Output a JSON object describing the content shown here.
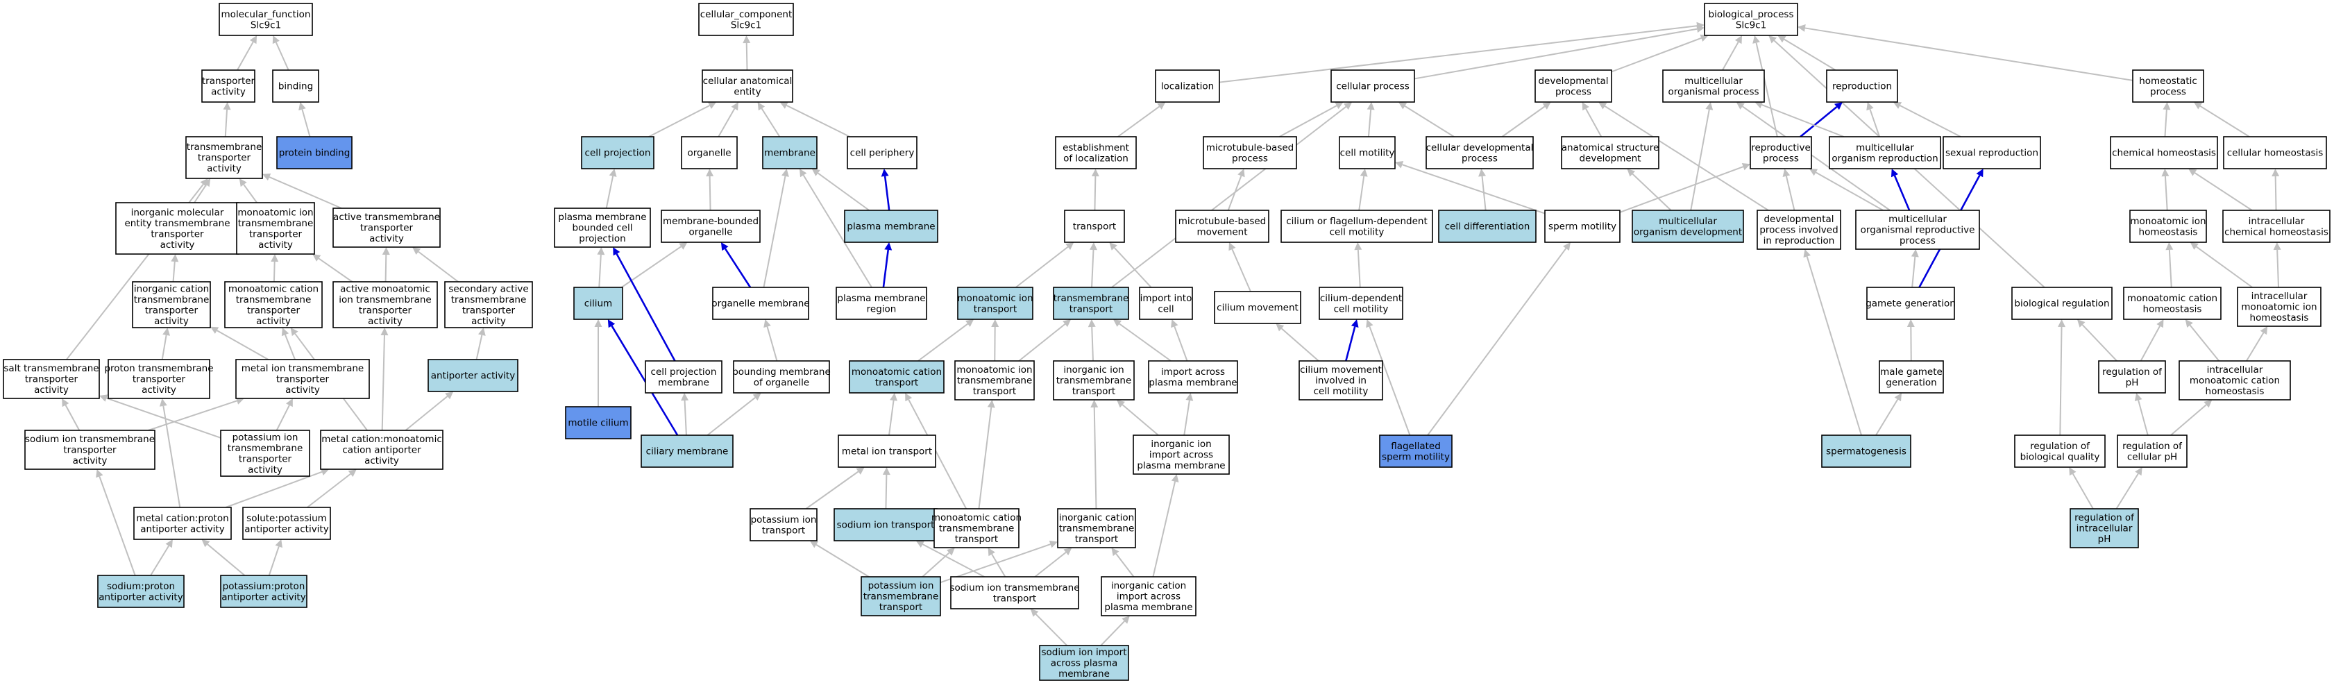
{
  "colors": {
    "plain": "#ffffff",
    "light": "#add8e6",
    "dark": "#6495ed",
    "edge": "#c0c0c0",
    "highlight_edge": "#0000dd"
  },
  "nodes": [
    {
      "id": "mf",
      "label": "molecular_function\nSlc9c1",
      "style": "plain"
    },
    {
      "id": "cc",
      "label": "cellular_component\nSlc9c1",
      "style": "plain"
    },
    {
      "id": "bp",
      "label": "biological_process\nSlc9c1",
      "style": "plain"
    },
    {
      "id": "transporter",
      "label": "transporter\nactivity",
      "style": "plain"
    },
    {
      "id": "binding",
      "label": "binding",
      "style": "plain"
    },
    {
      "id": "protbind",
      "label": "protein binding",
      "style": "dark"
    },
    {
      "id": "tmta",
      "label": "transmembrane\ntransporter\nactivity",
      "style": "plain"
    },
    {
      "id": "inorgmol",
      "label": "inorganic molecular\nentity transmembrane\ntransporter\nactivity",
      "style": "plain"
    },
    {
      "id": "monoion",
      "label": "monoatomic ion\ntransmembrane\ntransporter\nactivity",
      "style": "plain"
    },
    {
      "id": "activetm",
      "label": "active transmembrane\ntransporter\nactivity",
      "style": "plain"
    },
    {
      "id": "inorgcat",
      "label": "inorganic cation\ntransmembrane\ntransporter\nactivity",
      "style": "plain"
    },
    {
      "id": "monocat",
      "label": "monoatomic cation\ntransmembrane\ntransporter\nactivity",
      "style": "plain"
    },
    {
      "id": "activemono",
      "label": "active monoatomic\nion transmembrane\ntransporter\nactivity",
      "style": "plain"
    },
    {
      "id": "secactive",
      "label": "secondary active\ntransmembrane\ntransporter\nactivity",
      "style": "plain"
    },
    {
      "id": "salttm",
      "label": "salt transmembrane\ntransporter\nactivity",
      "style": "plain"
    },
    {
      "id": "protontm",
      "label": "proton transmembrane\ntransporter\nactivity",
      "style": "plain"
    },
    {
      "id": "metaliontm",
      "label": "metal ion transmembrane\ntransporter\nactivity",
      "style": "plain"
    },
    {
      "id": "antiporter",
      "label": "antiporter activity",
      "style": "light"
    },
    {
      "id": "sodiumtm",
      "label": "sodium ion transmembrane\ntransporter\nactivity",
      "style": "plain"
    },
    {
      "id": "potassiumtm",
      "label": "potassium ion\ntransmembrane\ntransporter\nactivity",
      "style": "plain"
    },
    {
      "id": "metalcatanti",
      "label": "metal cation:monoatomic\ncation antiporter\nactivity",
      "style": "plain"
    },
    {
      "id": "metalproton",
      "label": "metal cation:proton\nantiporter activity",
      "style": "plain"
    },
    {
      "id": "solutepot",
      "label": "solute:potassium\nantiporter activity",
      "style": "plain"
    },
    {
      "id": "sodproton",
      "label": "sodium:proton\nantiporter activity",
      "style": "light"
    },
    {
      "id": "potproton",
      "label": "potassium:proton\nantiporter activity",
      "style": "light"
    },
    {
      "id": "cae",
      "label": "cellular anatomical\nentity",
      "style": "plain"
    },
    {
      "id": "cellproj",
      "label": "cell projection",
      "style": "light"
    },
    {
      "id": "organelle",
      "label": "organelle",
      "style": "plain"
    },
    {
      "id": "membrane",
      "label": "membrane",
      "style": "light"
    },
    {
      "id": "cellperiph",
      "label": "cell periphery",
      "style": "plain"
    },
    {
      "id": "pmbcp",
      "label": "plasma membrane\nbounded cell\nprojection",
      "style": "plain"
    },
    {
      "id": "mbo",
      "label": "membrane-bounded\norganelle",
      "style": "plain"
    },
    {
      "id": "plasmamem",
      "label": "plasma membrane",
      "style": "light"
    },
    {
      "id": "cilium",
      "label": "cilium",
      "style": "light"
    },
    {
      "id": "orgmem",
      "label": "organelle membrane",
      "style": "plain"
    },
    {
      "id": "pmregion",
      "label": "plasma membrane\nregion",
      "style": "plain"
    },
    {
      "id": "cpm",
      "label": "cell projection\nmembrane",
      "style": "plain"
    },
    {
      "id": "boundmem",
      "label": "bounding membrane\nof organelle",
      "style": "plain"
    },
    {
      "id": "motile",
      "label": "motile cilium",
      "style": "dark"
    },
    {
      "id": "ciliarymem",
      "label": "ciliary membrane",
      "style": "light"
    },
    {
      "id": "localization",
      "label": "localization",
      "style": "plain"
    },
    {
      "id": "cellproc",
      "label": "cellular process",
      "style": "plain"
    },
    {
      "id": "devproc",
      "label": "developmental\nprocess",
      "style": "plain"
    },
    {
      "id": "multiorg",
      "label": "multicellular\norganismal process",
      "style": "plain"
    },
    {
      "id": "reproduction",
      "label": "reproduction",
      "style": "plain"
    },
    {
      "id": "homeo",
      "label": "homeostatic\nprocess",
      "style": "plain"
    },
    {
      "id": "estloc",
      "label": "establishment\nof localization",
      "style": "plain"
    },
    {
      "id": "mtbased",
      "label": "microtubule-based\nprocess",
      "style": "plain"
    },
    {
      "id": "cellmot",
      "label": "cell motility",
      "style": "plain"
    },
    {
      "id": "celldev",
      "label": "cellular developmental\nprocess",
      "style": "plain"
    },
    {
      "id": "anatdev",
      "label": "anatomical structure\ndevelopment",
      "style": "plain"
    },
    {
      "id": "reprocproc",
      "label": "reproductive\nprocess",
      "style": "plain"
    },
    {
      "id": "multorgrep",
      "label": "multicellular\norganism reproduction",
      "style": "plain"
    },
    {
      "id": "sexrep",
      "label": "sexual reproduction",
      "style": "plain"
    },
    {
      "id": "chemhomeo",
      "label": "chemical homeostasis",
      "style": "plain"
    },
    {
      "id": "cellhomeo",
      "label": "cellular homeostasis",
      "style": "plain"
    },
    {
      "id": "transport",
      "label": "transport",
      "style": "plain"
    },
    {
      "id": "mtmove",
      "label": "microtubule-based\nmovement",
      "style": "plain"
    },
    {
      "id": "ciliumflag",
      "label": "cilium or flagellum-dependent\ncell motility",
      "style": "plain"
    },
    {
      "id": "celldiff",
      "label": "cell differentiation",
      "style": "light"
    },
    {
      "id": "spermmot",
      "label": "sperm motility",
      "style": "plain"
    },
    {
      "id": "multdev",
      "label": "multicellular\norganism development",
      "style": "light"
    },
    {
      "id": "devrepro",
      "label": "developmental\nprocess involved\nin reproduction",
      "style": "plain"
    },
    {
      "id": "multreprproc",
      "label": "multicellular\norganismal reproductive\nprocess",
      "style": "plain"
    },
    {
      "id": "monoionhomeo",
      "label": "monoatomic ion\nhomeostasis",
      "style": "plain"
    },
    {
      "id": "intrachem",
      "label": "intracellular\nchemical homeostasis",
      "style": "plain"
    },
    {
      "id": "monoiontransport",
      "label": "monoatomic ion\ntransport",
      "style": "light"
    },
    {
      "id": "tmtransport",
      "label": "transmembrane\ntransport",
      "style": "light"
    },
    {
      "id": "importcell",
      "label": "import into\ncell",
      "style": "plain"
    },
    {
      "id": "ciliummove",
      "label": "cilium movement",
      "style": "plain"
    },
    {
      "id": "ciliumdep",
      "label": "cilium-dependent\ncell motility",
      "style": "plain"
    },
    {
      "id": "gametegen",
      "label": "gamete generation",
      "style": "plain"
    },
    {
      "id": "biolreg",
      "label": "biological regulation",
      "style": "plain"
    },
    {
      "id": "monocathomeo",
      "label": "monoatomic cation\nhomeostasis",
      "style": "plain"
    },
    {
      "id": "intramonoion",
      "label": "intracellular\nmonoatomic ion\nhomeostasis",
      "style": "plain"
    },
    {
      "id": "monocattransport",
      "label": "monoatomic cation\ntransport",
      "style": "light"
    },
    {
      "id": "monoiontmtransport",
      "label": "monoatomic ion\ntransmembrane\ntransport",
      "style": "plain"
    },
    {
      "id": "inorgiontm",
      "label": "inorganic ion\ntransmembrane\ntransport",
      "style": "plain"
    },
    {
      "id": "importacross",
      "label": "import across\nplasma membrane",
      "style": "plain"
    },
    {
      "id": "ciliummovemot",
      "label": "cilium movement\ninvolved in\ncell motility",
      "style": "plain"
    },
    {
      "id": "malegamete",
      "label": "male gamete\ngeneration",
      "style": "plain"
    },
    {
      "id": "regph",
      "label": "regulation of\npH",
      "style": "plain"
    },
    {
      "id": "intramonocat",
      "label": "intracellular\nmonoatomic cation\nhomeostasis",
      "style": "plain"
    },
    {
      "id": "metaliontransport",
      "label": "metal ion transport",
      "style": "plain"
    },
    {
      "id": "inorgionimport",
      "label": "inorganic ion\nimport across\nplasma membrane",
      "style": "plain"
    },
    {
      "id": "flagsperm",
      "label": "flagellated\nsperm motility",
      "style": "dark"
    },
    {
      "id": "spermatogenesis",
      "label": "spermatogenesis",
      "style": "light"
    },
    {
      "id": "regbioqual",
      "label": "regulation of\nbiological quality",
      "style": "plain"
    },
    {
      "id": "regcellph",
      "label": "regulation of\ncellular pH",
      "style": "plain"
    },
    {
      "id": "potiontransport",
      "label": "potassium ion\ntransport",
      "style": "plain"
    },
    {
      "id": "sodiontransport",
      "label": "sodium ion transport",
      "style": "light"
    },
    {
      "id": "monocattm",
      "label": "monoatomic cation\ntransmembrane\ntransport",
      "style": "plain"
    },
    {
      "id": "inorgcattm",
      "label": "inorganic cation\ntransmembrane\ntransport",
      "style": "plain"
    },
    {
      "id": "regintraph",
      "label": "regulation of\nintracellular\npH",
      "style": "light"
    },
    {
      "id": "potiontm",
      "label": "potassium ion\ntransmembrane\ntransport",
      "style": "light"
    },
    {
      "id": "sodiontm",
      "label": "sodium ion transmembrane\ntransport",
      "style": "plain"
    },
    {
      "id": "inorgcatimport",
      "label": "inorganic cation\nimport across\nplasma membrane",
      "style": "plain"
    },
    {
      "id": "sodimport",
      "label": "sodium ion import\nacross plasma\nmembrane",
      "style": "light"
    }
  ],
  "edges": [
    [
      "transporter",
      "mf"
    ],
    [
      "binding",
      "mf"
    ],
    [
      "protbind",
      "binding"
    ],
    [
      "tmta",
      "transporter"
    ],
    [
      "inorgmol",
      "tmta"
    ],
    [
      "monoion",
      "tmta"
    ],
    [
      "activetm",
      "tmta"
    ],
    [
      "salttm",
      "tmta"
    ],
    [
      "inorgcat",
      "inorgmol"
    ],
    [
      "monocat",
      "monoion"
    ],
    [
      "activemono",
      "monoion"
    ],
    [
      "activemono",
      "activetm"
    ],
    [
      "secactive",
      "activetm"
    ],
    [
      "protontm",
      "inorgcat"
    ],
    [
      "metaliontm",
      "inorgcat"
    ],
    [
      "metaliontm",
      "monocat"
    ],
    [
      "antiporter",
      "secactive"
    ],
    [
      "sodiumtm",
      "salttm"
    ],
    [
      "sodiumtm",
      "metaliontm"
    ],
    [
      "potassiumtm",
      "salttm"
    ],
    [
      "potassiumtm",
      "metaliontm"
    ],
    [
      "metalcatanti",
      "activemono"
    ],
    [
      "metalcatanti",
      "antiporter"
    ],
    [
      "metalcatanti",
      "monocat"
    ],
    [
      "metalproton",
      "protontm"
    ],
    [
      "metalproton",
      "metalcatanti"
    ],
    [
      "solutepot",
      "metalcatanti"
    ],
    [
      "sodproton",
      "sodiumtm"
    ],
    [
      "sodproton",
      "metalproton"
    ],
    [
      "potproton",
      "metalproton"
    ],
    [
      "potproton",
      "solutepot"
    ],
    [
      "cae",
      "cc"
    ],
    [
      "cellproj",
      "cae"
    ],
    [
      "organelle",
      "cae"
    ],
    [
      "membrane",
      "cae"
    ],
    [
      "cellperiph",
      "cae"
    ],
    [
      "pmbcp",
      "cellproj"
    ],
    [
      "mbo",
      "organelle"
    ],
    [
      "plasmamem",
      "membrane"
    ],
    [
      "plasmamem",
      "cellperiph",
      "blue"
    ],
    [
      "cilium",
      "pmbcp"
    ],
    [
      "cilium",
      "mbo"
    ],
    [
      "orgmem",
      "membrane"
    ],
    [
      "orgmem",
      "mbo",
      "blue"
    ],
    [
      "pmregion",
      "plasmamem",
      "blue"
    ],
    [
      "pmregion",
      "membrane"
    ],
    [
      "cpm",
      "pmbcp",
      "blue"
    ],
    [
      "boundmem",
      "orgmem"
    ],
    [
      "motile",
      "cilium"
    ],
    [
      "ciliarymem",
      "cilium",
      "blue"
    ],
    [
      "ciliarymem",
      "cpm"
    ],
    [
      "ciliarymem",
      "boundmem"
    ],
    [
      "localization",
      "bp"
    ],
    [
      "cellproc",
      "bp"
    ],
    [
      "devproc",
      "bp"
    ],
    [
      "multiorg",
      "bp"
    ],
    [
      "reproduction",
      "bp"
    ],
    [
      "homeo",
      "bp"
    ],
    [
      "biolreg",
      "bp"
    ],
    [
      "reprocproc",
      "bp"
    ],
    [
      "estloc",
      "localization"
    ],
    [
      "mtbased",
      "cellproc"
    ],
    [
      "cellmot",
      "cellproc"
    ],
    [
      "celldev",
      "cellproc"
    ],
    [
      "celldev",
      "devproc"
    ],
    [
      "anatdev",
      "devproc"
    ],
    [
      "reprocproc",
      "reproduction",
      "blue"
    ],
    [
      "multorgrep",
      "reproduction"
    ],
    [
      "multorgrep",
      "multiorg"
    ],
    [
      "sexrep",
      "reproduction"
    ],
    [
      "chemhomeo",
      "homeo"
    ],
    [
      "cellhomeo",
      "homeo"
    ],
    [
      "transport",
      "estloc"
    ],
    [
      "mtmove",
      "mtbased"
    ],
    [
      "ciliumflag",
      "cellmot"
    ],
    [
      "celldiff",
      "celldev"
    ],
    [
      "spermmot",
      "cellmot"
    ],
    [
      "spermmot",
      "reprocproc"
    ],
    [
      "multdev",
      "anatdev"
    ],
    [
      "multdev",
      "multiorg"
    ],
    [
      "devrepro",
      "devproc"
    ],
    [
      "devrepro",
      "reprocproc"
    ],
    [
      "multreprproc",
      "reprocproc"
    ],
    [
      "multreprproc",
      "multorgrep",
      "blue"
    ],
    [
      "multreprproc",
      "multiorg"
    ],
    [
      "monoionhomeo",
      "chemhomeo"
    ],
    [
      "intrachem",
      "chemhomeo"
    ],
    [
      "intrachem",
      "cellhomeo"
    ],
    [
      "monoiontransport",
      "transport"
    ],
    [
      "tmtransport",
      "transport"
    ],
    [
      "tmtransport",
      "cellproc"
    ],
    [
      "importcell",
      "transport"
    ],
    [
      "ciliummove",
      "mtmove"
    ],
    [
      "ciliumdep",
      "ciliumflag"
    ],
    [
      "gametegen",
      "multreprproc"
    ],
    [
      "gametegen",
      "sexrep",
      "blue"
    ],
    [
      "monocathomeo",
      "monoionhomeo"
    ],
    [
      "intramonoion",
      "monoionhomeo"
    ],
    [
      "intramonoion",
      "intrachem"
    ],
    [
      "monocattransport",
      "monoiontransport"
    ],
    [
      "monoiontmtransport",
      "monoiontransport"
    ],
    [
      "monoiontmtransport",
      "tmtransport"
    ],
    [
      "inorgiontm",
      "tmtransport"
    ],
    [
      "importacross",
      "tmtransport"
    ],
    [
      "importacross",
      "importcell"
    ],
    [
      "ciliummovemot",
      "ciliummove"
    ],
    [
      "ciliummovemot",
      "ciliumdep",
      "blue"
    ],
    [
      "malegamete",
      "gametegen"
    ],
    [
      "regph",
      "biolreg"
    ],
    [
      "regph",
      "monocathomeo"
    ],
    [
      "intramonocat",
      "monocathomeo"
    ],
    [
      "intramonocat",
      "intramonoion"
    ],
    [
      "metaliontransport",
      "monocattransport"
    ],
    [
      "inorgionimport",
      "inorgiontm"
    ],
    [
      "inorgionimport",
      "importacross"
    ],
    [
      "flagsperm",
      "ciliumdep"
    ],
    [
      "flagsperm",
      "spermmot"
    ],
    [
      "spermatogenesis",
      "malegamete"
    ],
    [
      "spermatogenesis",
      "devrepro"
    ],
    [
      "regbioqual",
      "biolreg"
    ],
    [
      "regcellph",
      "regph"
    ],
    [
      "regcellph",
      "intramonocat"
    ],
    [
      "potiontransport",
      "metaliontransport"
    ],
    [
      "sodiontransport",
      "metaliontransport"
    ],
    [
      "monocattm",
      "monocattransport"
    ],
    [
      "monocattm",
      "monoiontmtransport"
    ],
    [
      "inorgcattm",
      "inorgiontm"
    ],
    [
      "regintraph",
      "regcellph"
    ],
    [
      "regintraph",
      "regbioqual"
    ],
    [
      "potiontm",
      "potiontransport"
    ],
    [
      "potiontm",
      "monocattm"
    ],
    [
      "potiontm",
      "inorgcattm"
    ],
    [
      "sodiontm",
      "sodiontransport"
    ],
    [
      "sodiontm",
      "monocattm"
    ],
    [
      "sodiontm",
      "inorgcattm"
    ],
    [
      "inorgcatimport",
      "inorgcattm"
    ],
    [
      "inorgcatimport",
      "inorgionimport"
    ],
    [
      "sodimport",
      "sodiontm"
    ],
    [
      "sodimport",
      "inorgcatimport"
    ]
  ]
}
